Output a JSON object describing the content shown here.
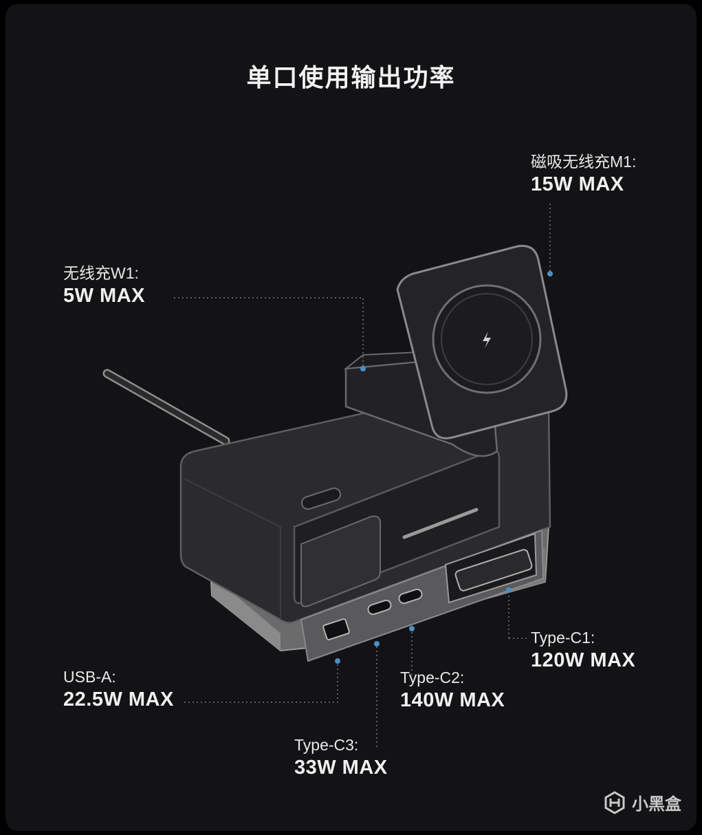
{
  "title": "单口使用输出功率",
  "ports": {
    "m1": {
      "name": "磁吸无线充M1:",
      "power": "15W MAX"
    },
    "w1": {
      "name": "无线充W1:",
      "power": "5W MAX"
    },
    "usba": {
      "name": "USB-A:",
      "power": "22.5W MAX"
    },
    "c3": {
      "name": "Type-C3:",
      "power": "33W MAX"
    },
    "c2": {
      "name": "Type-C2:",
      "power": "140W MAX"
    },
    "c1": {
      "name": "Type-C1:",
      "power": "120W MAX"
    }
  },
  "watermark": {
    "text": "小黑盒",
    "icon": "heybox-logo-icon"
  },
  "colors": {
    "background": "#131315",
    "leader": "#8a8a8a",
    "dot": "#4a90c8"
  }
}
